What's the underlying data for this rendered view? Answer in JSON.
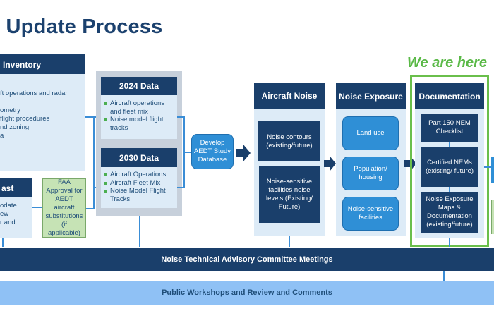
{
  "title": "l Update Process",
  "inventory": {
    "header": "Inventory",
    "lines": [
      "ft operations and radar",
      "",
      "ometry",
      "flight procedures",
      "nd zoning",
      "a"
    ]
  },
  "forecast": {
    "header": "ast",
    "lines": [
      "odate",
      "ew",
      "r and"
    ]
  },
  "faa_note": {
    "text": "FAA Approval for AEDT aircraft substitutions (if applicable)"
  },
  "data_2024": {
    "header": "2024 Data",
    "bullets": [
      "Aircraft operations and fleet mix",
      "Noise model flight tracks"
    ]
  },
  "data_2030": {
    "header": "2030 Data",
    "bullets": [
      "Aircraft Operations",
      "Aircraft Fleet Mix",
      "Noise Model Flight Tracks"
    ]
  },
  "aedt": {
    "text": "Develop AEDT Study Database"
  },
  "aircraft_noise": {
    "header": "Aircraft Noise",
    "boxes": [
      "Noise contours (existing/future)",
      "Noise-sensitive facilities noise levels (Existing/ Future)"
    ]
  },
  "noise_exposure": {
    "header": "Noise Exposure",
    "boxes": [
      "Land use",
      "Population/ housing",
      "Noise-sensitive facilities"
    ]
  },
  "we_are_here": "We are here",
  "documentation": {
    "header": "Documentation",
    "boxes": [
      "Part 150 NEM Checklist",
      "Certified NEMs (existing/ future)",
      "Noise Exposure Maps & Documentation (existing/future)"
    ]
  },
  "bars": {
    "committee": "Noise Technical Advisory Committee Meetings",
    "public": "Public Workshops and Review and Comments"
  },
  "colors": {
    "navy": "#1a3f6b",
    "light_blue": "#ddebf7",
    "accent_blue": "#2f8fd6",
    "green": "#6abf4b",
    "public_bar": "#8fc1f5"
  }
}
